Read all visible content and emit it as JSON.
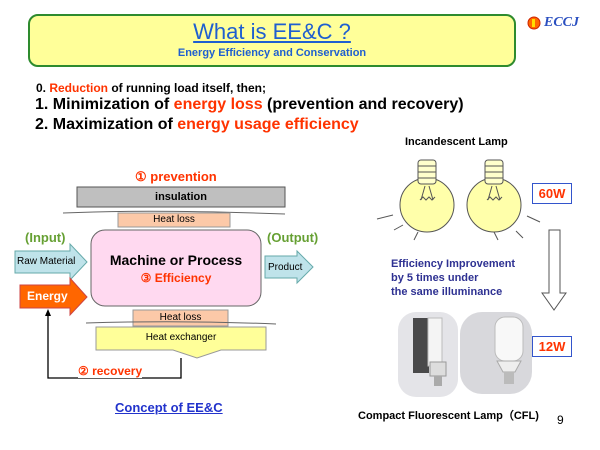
{
  "header": {
    "title": "What is EE&C ?",
    "subtitle": "Energy Efficiency and Conservation",
    "logo": "ECCJ"
  },
  "points": [
    {
      "prefix": "0. ",
      "highlight": "Reduction",
      "suffix": " of running load itself, then;"
    },
    {
      "prefix": "1. Minimization of ",
      "highlight": "energy loss",
      "suffix": " (prevention and recovery)"
    },
    {
      "prefix": "2. Maximization of ",
      "highlight": "energy usage efficiency",
      "suffix": ""
    }
  ],
  "diagram": {
    "prevention": "① prevention",
    "insulation": "insulation",
    "heat_loss_top": "Heat  loss",
    "input": "(Input)",
    "output": "(Output)",
    "raw_material": "Raw Material",
    "energy": "Energy",
    "machine": "Machine or Process",
    "efficiency": "③ Efficiency",
    "product": "Product",
    "heat_loss_bottom": "Heat  loss",
    "heat_exchanger": "Heat exchanger",
    "recovery": "② recovery",
    "caption": "Concept of EE&C"
  },
  "lamps": {
    "incandescent": "Incandescent Lamp",
    "watt_before": "60W",
    "watt_after": "12W",
    "improvement": [
      "Efficiency Improvement",
      "by 5 times under",
      "the same illuminance"
    ],
    "cfl": "Compact Fluorescent Lamp（CFL)"
  },
  "page_number": "9",
  "colors": {
    "accent": "#ff3300",
    "title": "#1f5fd0",
    "improvement": "#2e3192",
    "energy": "#ff6600"
  }
}
